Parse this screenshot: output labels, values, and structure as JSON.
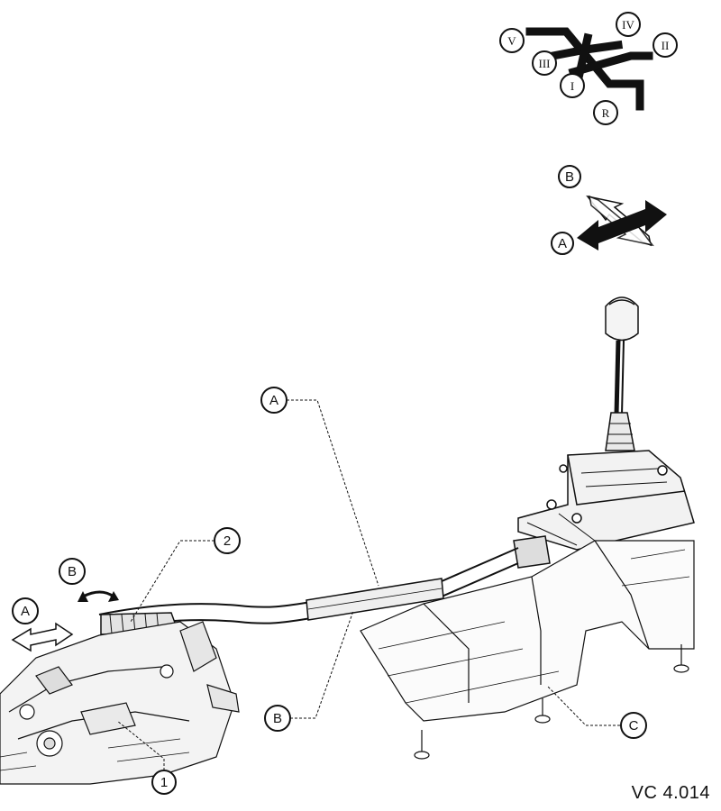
{
  "gear_pattern": {
    "labels": [
      "V",
      "IV",
      "III",
      "II",
      "I",
      "R"
    ]
  },
  "motion_indicator": {
    "labels": [
      "B",
      "A"
    ]
  },
  "callouts": {
    "A": "A",
    "B": "B",
    "C": "C",
    "one": "1",
    "two": "2",
    "motion_A": "A",
    "motion_B": "B"
  },
  "reference_code": "VC 4.014"
}
